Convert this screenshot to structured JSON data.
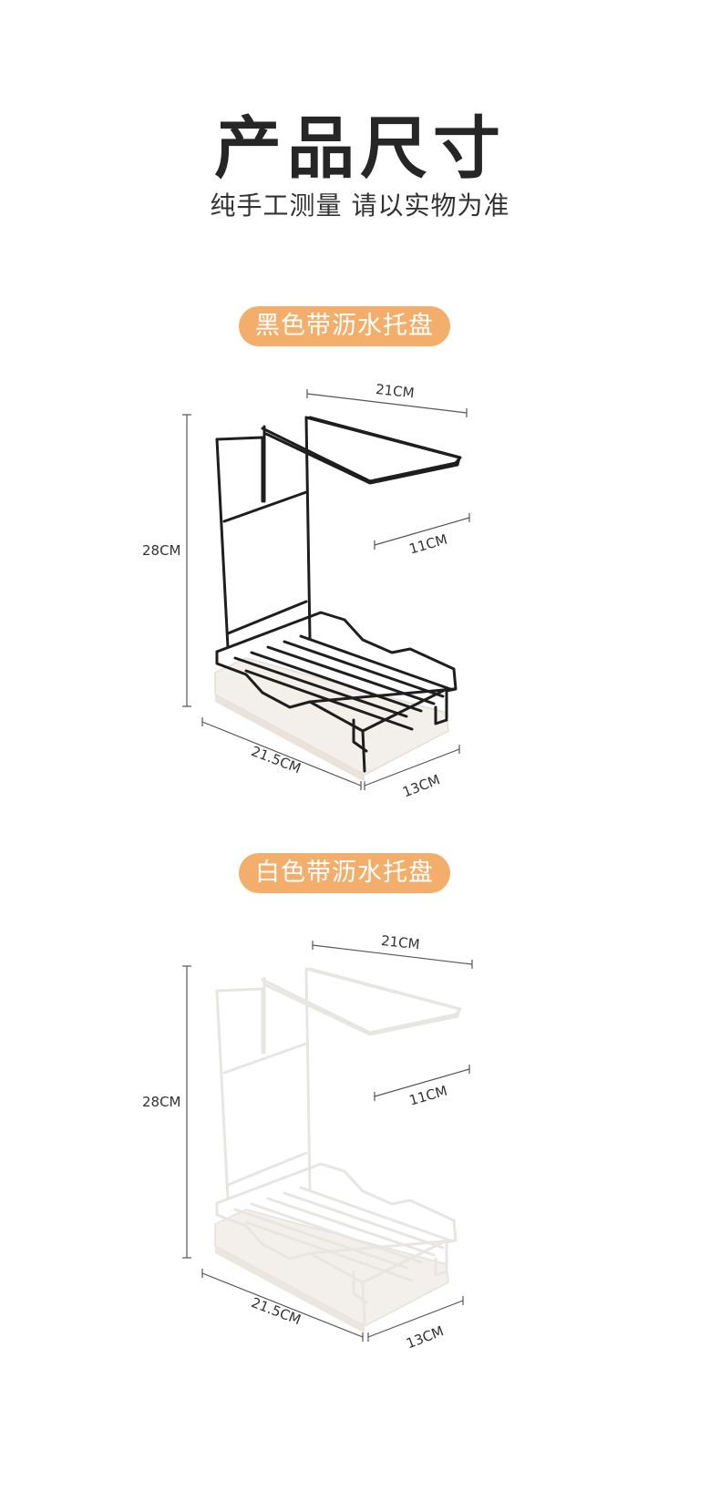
{
  "header": {
    "title": "产品尺寸",
    "subtitle": "纯手工测量 请以实物为准"
  },
  "variants": [
    {
      "label": "黑色带沥水托盘",
      "wire_color": "#1e1e1e",
      "tray_color": "#f3efea",
      "dims": {
        "top_width": "21CM",
        "top_depth": "11CM",
        "height": "28CM",
        "base_width": "21.5CM",
        "base_depth": "13CM"
      }
    },
    {
      "label": "白色带沥水托盘",
      "wire_color": "#e8e6e3",
      "tray_color": "#f3efea",
      "dims": {
        "top_width": "21CM",
        "top_depth": "11CM",
        "height": "28CM",
        "base_width": "21.5CM",
        "base_depth": "13CM"
      }
    }
  ],
  "colors": {
    "accent": "#f4ae6b",
    "dimension_line": "#555555"
  }
}
